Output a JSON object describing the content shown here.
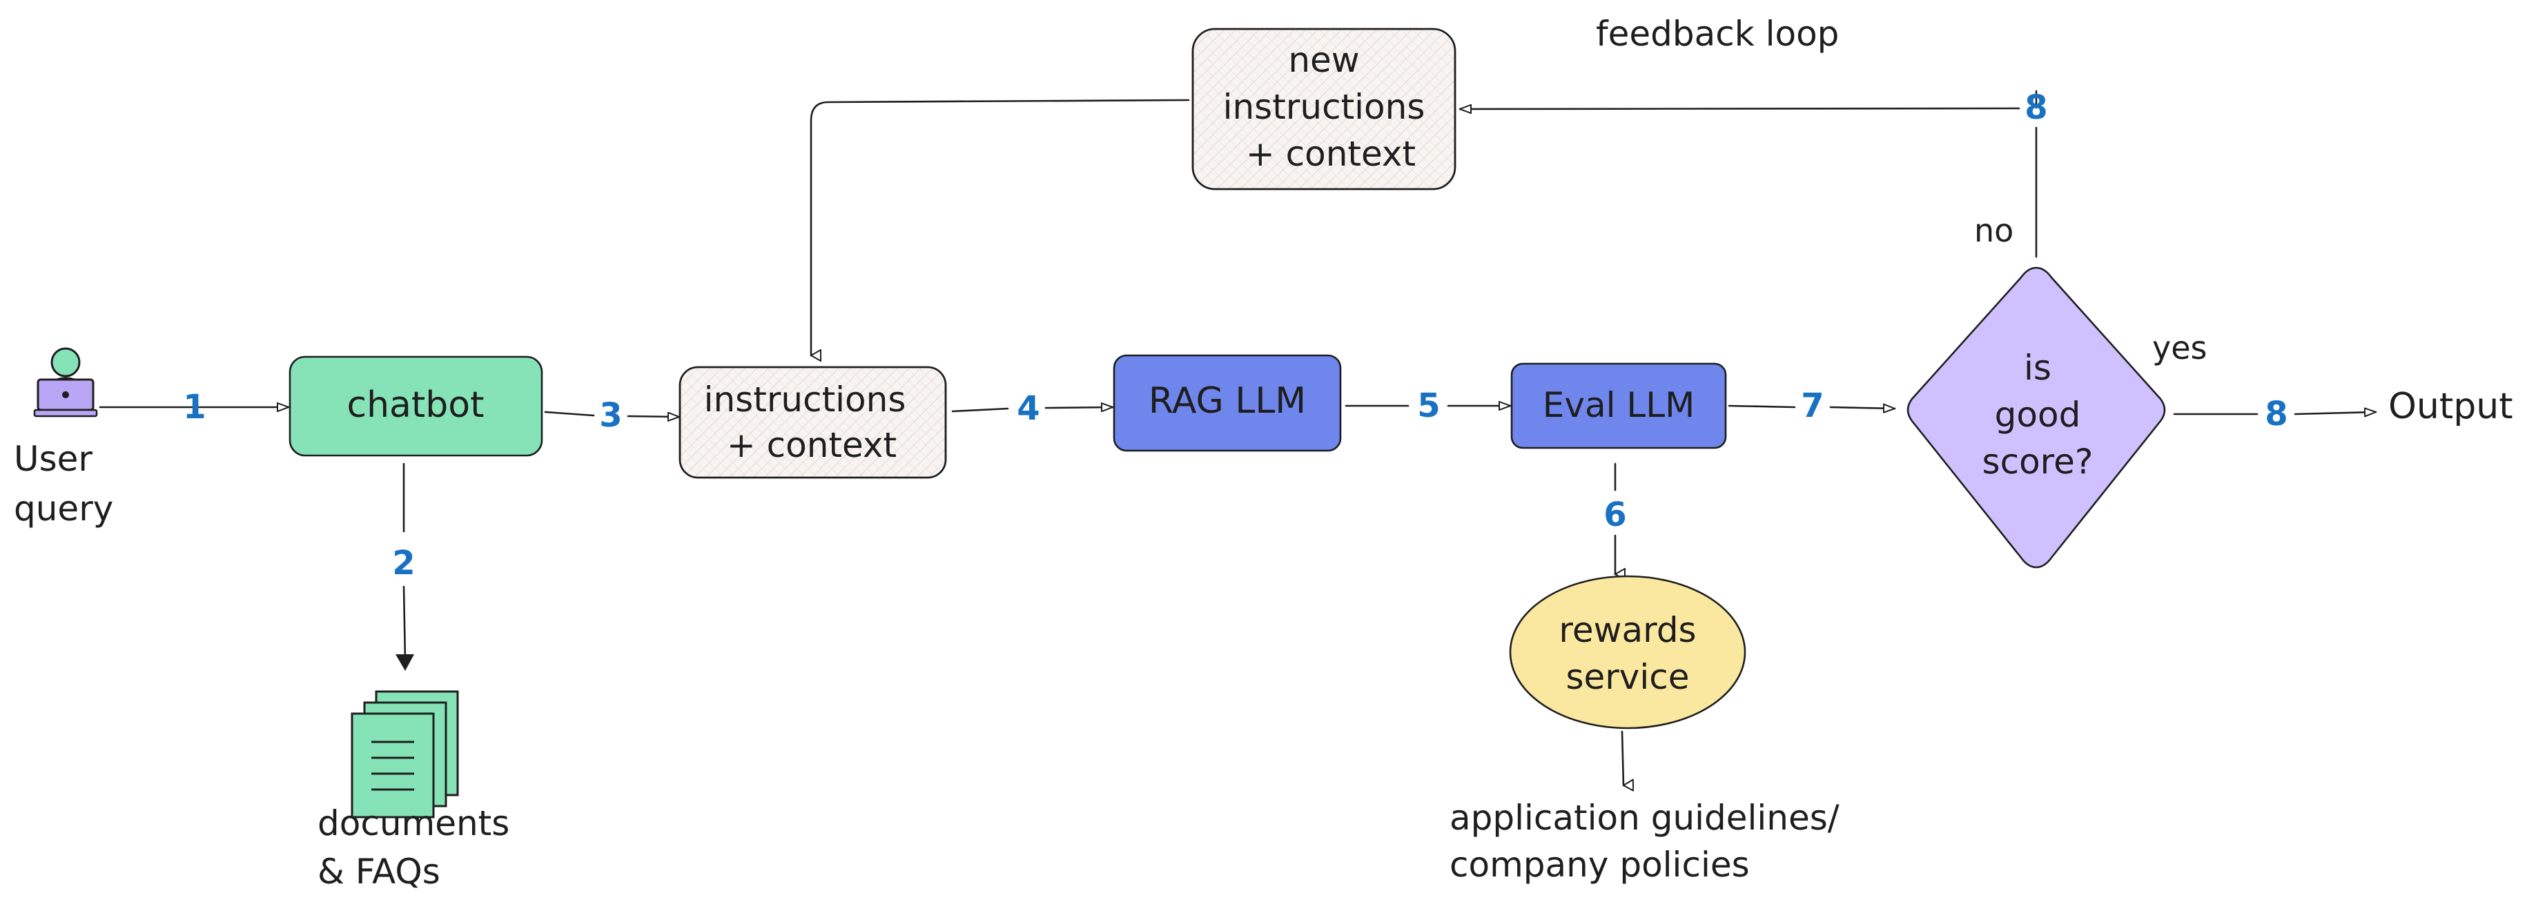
{
  "colors": {
    "chatbot": "#86e3b8",
    "llm": "#6f86ec",
    "diamond": "#cfc0ff",
    "rewards": "#fbe8a0",
    "context": "#f7f3f0",
    "step_number": "#1971c2",
    "documents": "#86e3b8",
    "user_icon": "#86e3b8"
  },
  "icons": {
    "user": "user-laptop-icon",
    "documents": "documents-stack-icon"
  },
  "title": "feedback loop",
  "nodes": {
    "user_line1": "User",
    "user_line2": "query",
    "chatbot": "chatbot",
    "documents_line1": "documents",
    "documents_line2": "& FAQs",
    "instructions_line1": "instructions",
    "instructions_line2": "+ context",
    "rag_llm": "RAG LLM",
    "eval_llm": "Eval LLM",
    "rewards_line1": "rewards",
    "rewards_line2": "service",
    "policies_line1": "application guidelines/",
    "policies_line2": "company policies",
    "decision_line1": "is",
    "decision_line2": "good",
    "decision_line3": "score?",
    "new_line1": "new",
    "new_line2": "instructions",
    "new_line3": "+ context",
    "output": "Output"
  },
  "branch_labels": {
    "no": "no",
    "yes": "yes"
  },
  "steps": {
    "user_to_chatbot": "1",
    "chatbot_to_documents": "2",
    "chatbot_to_instructions": "3",
    "instructions_to_rag": "4",
    "rag_to_eval": "5",
    "eval_to_rewards": "6",
    "eval_to_decision": "7",
    "decision_to_output": "8",
    "decision_to_new_instructions": "8"
  }
}
